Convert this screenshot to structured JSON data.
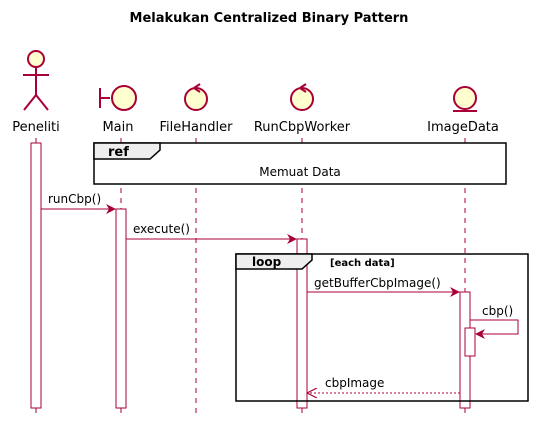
{
  "title": "Melakukan Centralized Binary Pattern",
  "participants": [
    {
      "id": "peneliti",
      "name": "Peneliti",
      "kind": "actor"
    },
    {
      "id": "main",
      "name": "Main",
      "kind": "boundary"
    },
    {
      "id": "filehandler",
      "name": "FileHandler",
      "kind": "control"
    },
    {
      "id": "runcbpworker",
      "name": "RunCbpWorker",
      "kind": "control"
    },
    {
      "id": "imagedata",
      "name": "ImageData",
      "kind": "entity"
    }
  ],
  "ref": {
    "tag": "ref",
    "label": "Memuat Data"
  },
  "messages": {
    "run_cbp": "runCbp()",
    "execute": "execute()",
    "get_buffer": "getBufferCbpImage()",
    "cbp": "cbp()",
    "cbp_image": "cbpImage"
  },
  "loop": {
    "tag": "loop",
    "guard": "[each data]"
  },
  "colors": {
    "participant_fill": "#FEFECE",
    "border": "#A80036",
    "fragment_header": "#EEEEEE",
    "lifeline": "#A80036",
    "text": "#000000"
  }
}
